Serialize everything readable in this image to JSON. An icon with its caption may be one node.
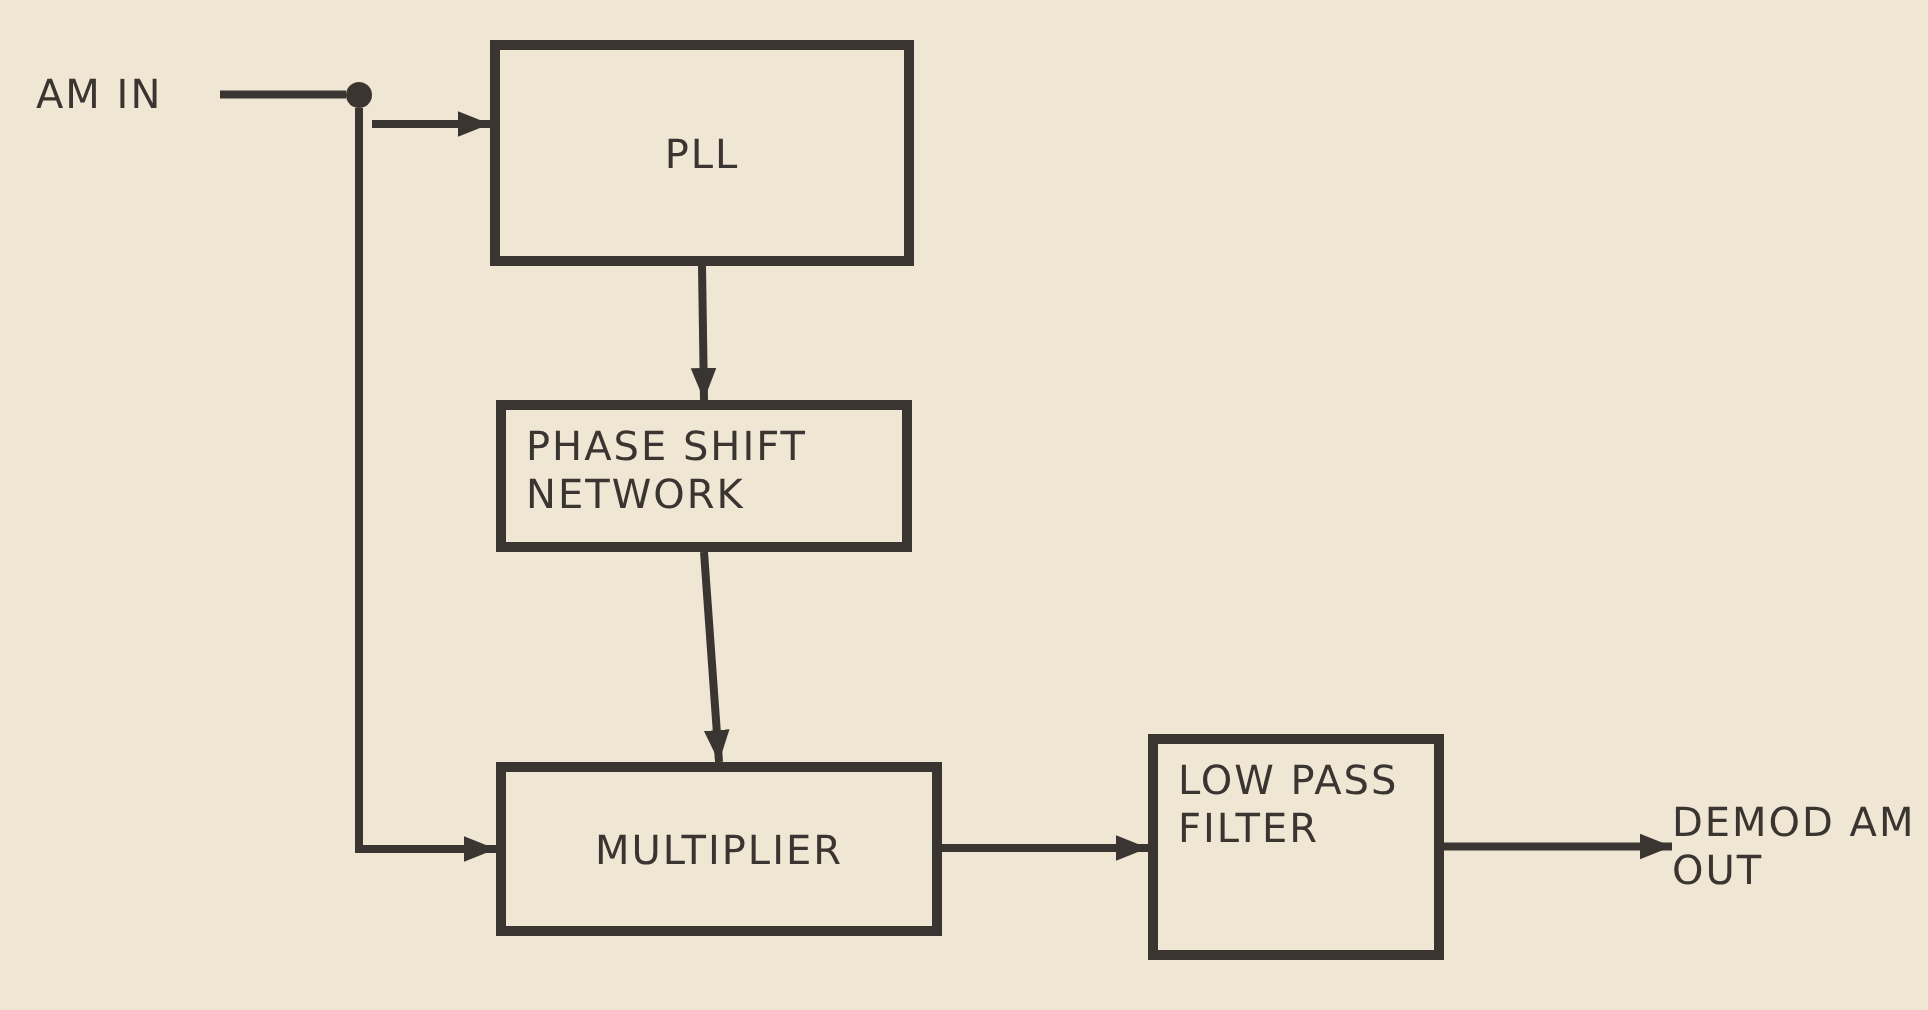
{
  "diagram": {
    "nodes": [
      {
        "text": [
          "AM IN"
        ]
      },
      {
        "text": [],
        "shape": "circle"
      },
      {
        "text": [
          "PLL"
        ]
      },
      {
        "text": [
          "PHASE SHIFT NETWORK"
        ]
      },
      {
        "text": [
          "MULTIPLIER"
        ]
      },
      {
        "text": [
          "LOW PASS FILTER"
        ]
      },
      {
        "text": [
          "DEMOD AM OUT"
        ]
      }
    ],
    "edges": [
      {
        "from": 0,
        "to": 1,
        "arrow": "none"
      },
      {
        "from": 1,
        "to": 2,
        "arrow": "to"
      },
      {
        "from": 2,
        "to": 3,
        "arrow": "to"
      },
      {
        "from": 3,
        "to": 4,
        "arrow": "to"
      },
      {
        "from": 1,
        "to": 4,
        "arrow": "to"
      },
      {
        "from": 4,
        "to": 5,
        "arrow": "to"
      },
      {
        "from": 5,
        "to": 6,
        "arrow": "to"
      }
    ]
  }
}
